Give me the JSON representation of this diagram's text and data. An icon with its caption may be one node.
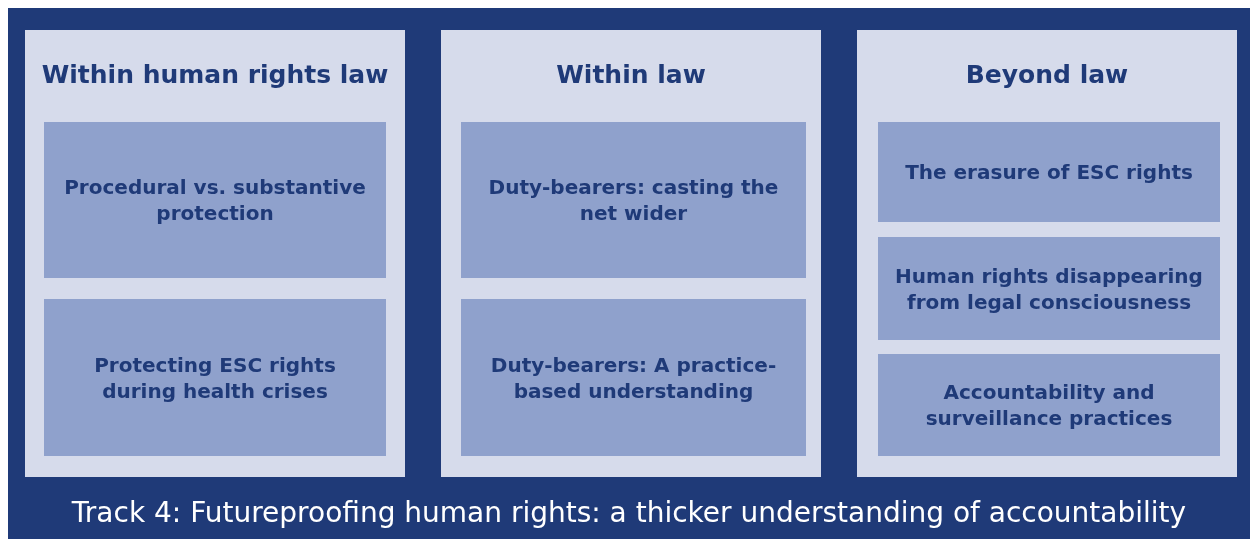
{
  "diagram": {
    "title": "Track 4: Futureproofing human rights: a thicker understanding of accountability",
    "nodes": [
      {
        "text": [
          "Within human rights law"
        ]
      },
      {
        "text": [
          "Procedural vs. substantive protection"
        ],
        "in": 0
      },
      {
        "text": [
          "Protecting ESC rights during health crises"
        ],
        "in": 0
      },
      {
        "text": [
          "Within law"
        ]
      },
      {
        "text": [
          "Duty-bearers: casting the net wider"
        ],
        "in": 3
      },
      {
        "text": [
          "Duty-bearers: A practice-based understanding"
        ],
        "in": 3
      },
      {
        "text": [
          "Beyond law"
        ]
      },
      {
        "text": [
          "The erasure of ESC rights"
        ],
        "in": 6
      },
      {
        "text": [
          "Human rights disappearing from legal consciousness"
        ],
        "in": 6
      },
      {
        "text": [
          "Accountability and surveillance practices"
        ],
        "in": 6
      }
    ]
  }
}
